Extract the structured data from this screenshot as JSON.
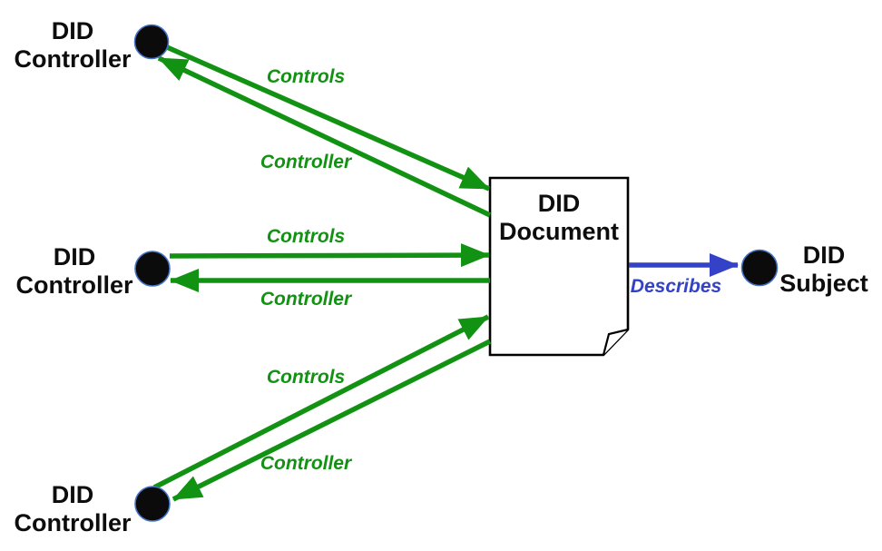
{
  "colors": {
    "relation_green": "#129212",
    "describes_blue": "#3342c6",
    "node_fill": "#0b0b0b",
    "node_ring": "#4472c4",
    "outline": "#000000",
    "page_bg": "#ffffff"
  },
  "nodes": {
    "controller_top": {
      "label": "DID Controller"
    },
    "controller_middle": {
      "label": "DID Controller"
    },
    "controller_bottom": {
      "label": "DID Controller"
    },
    "document": {
      "label": "DID Document"
    },
    "subject": {
      "label": "DID Subject"
    }
  },
  "edges": {
    "top_controls": {
      "label": "Controls"
    },
    "top_controller": {
      "label": "Controller"
    },
    "middle_controls": {
      "label": "Controls"
    },
    "middle_controller": {
      "label": "Controller"
    },
    "bottom_controls": {
      "label": "Controls"
    },
    "bottom_controller": {
      "label": "Controller"
    },
    "describes": {
      "label": "Describes"
    }
  }
}
